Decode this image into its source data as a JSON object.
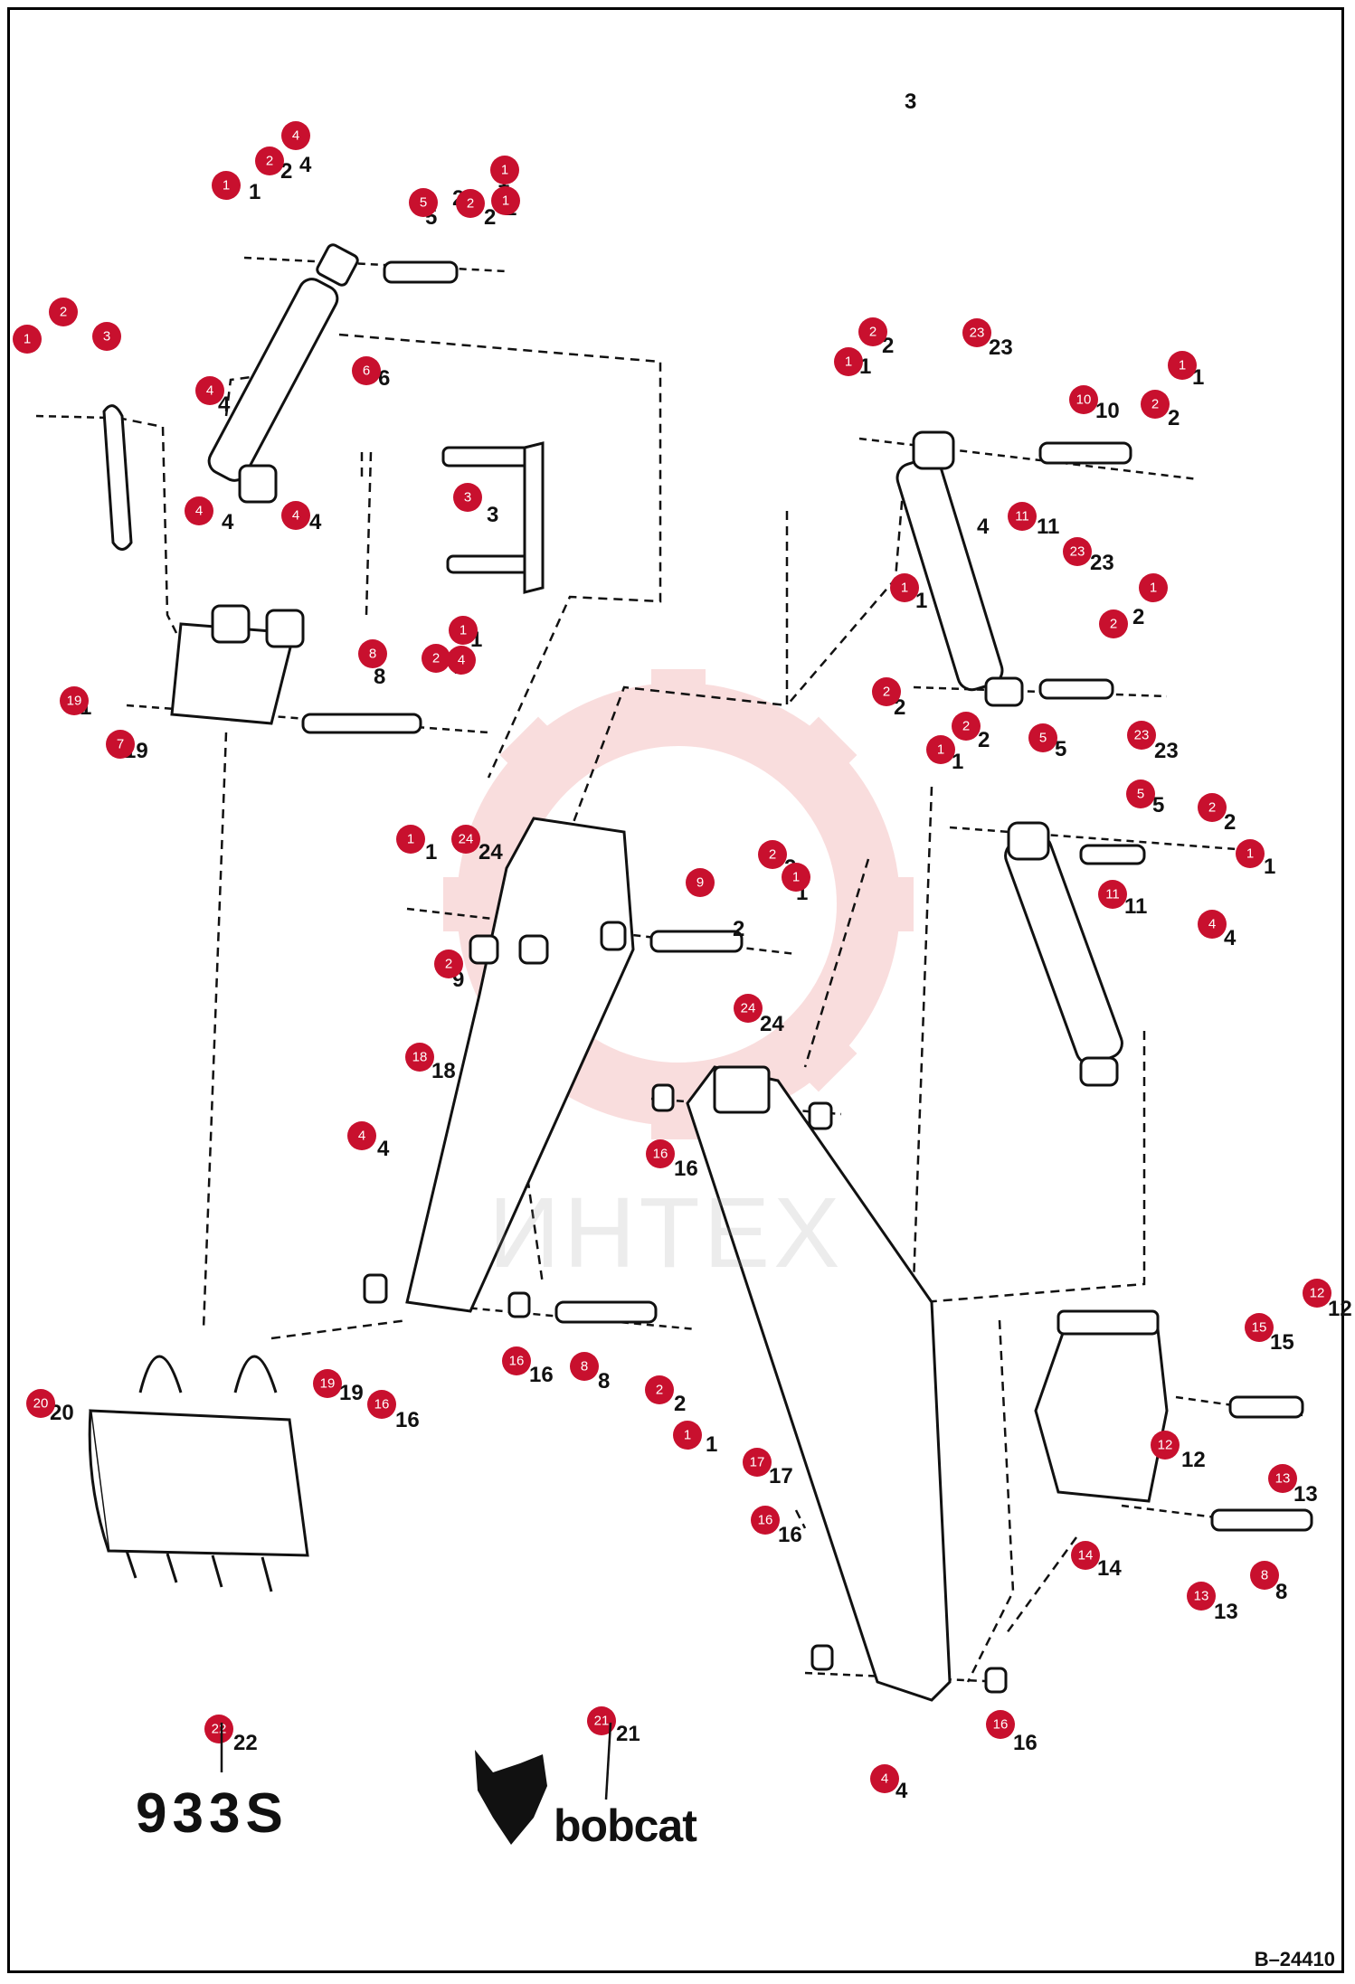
{
  "drawing": {
    "id": "B–24410",
    "model": "933S",
    "brand": "bobcat",
    "watermark": "ИНТЕХ"
  },
  "colors": {
    "callout": "#c8102e",
    "line": "#111111",
    "watermark": "#f0c8c8"
  },
  "callouts": [
    "1",
    "2",
    "4",
    "1",
    "5",
    "2",
    "1",
    "2",
    "1",
    "3",
    "4",
    "6",
    "3",
    "4",
    "4",
    "4",
    "8",
    "1",
    "2",
    "19",
    "7",
    "2",
    "1",
    "23",
    "10",
    "2",
    "1",
    "11",
    "23",
    "1",
    "1",
    "2",
    "2",
    "5",
    "1",
    "2",
    "23",
    "5",
    "2",
    "1",
    "11",
    "4",
    "1",
    "24",
    "9",
    "2",
    "1",
    "2",
    "24",
    "18",
    "4",
    "16",
    "19",
    "16",
    "16",
    "8",
    "2",
    "1",
    "20",
    "17",
    "15",
    "12",
    "12",
    "13",
    "14",
    "13",
    "8",
    "16",
    "16",
    "22",
    "21",
    "4"
  ],
  "part_numbers": [
    "1",
    "2",
    "4",
    "1",
    "2",
    "5",
    "2",
    "1",
    "3",
    "4",
    "6",
    "3",
    "4",
    "4",
    "4",
    "1",
    "8",
    "2",
    "1",
    "19",
    "7",
    "2",
    "1",
    "23",
    "10",
    "2",
    "1",
    "11",
    "23",
    "1",
    "2",
    "2",
    "5",
    "1",
    "2",
    "23",
    "5",
    "2",
    "1",
    "11",
    "4",
    "1",
    "24",
    "2",
    "9",
    "2",
    "1",
    "24",
    "18",
    "4",
    "16",
    "19",
    "16",
    "16",
    "8",
    "2",
    "1",
    "20",
    "17",
    "15",
    "12",
    "12",
    "13",
    "14",
    "13",
    "8",
    "16",
    "16",
    "22",
    "21",
    "4"
  ]
}
